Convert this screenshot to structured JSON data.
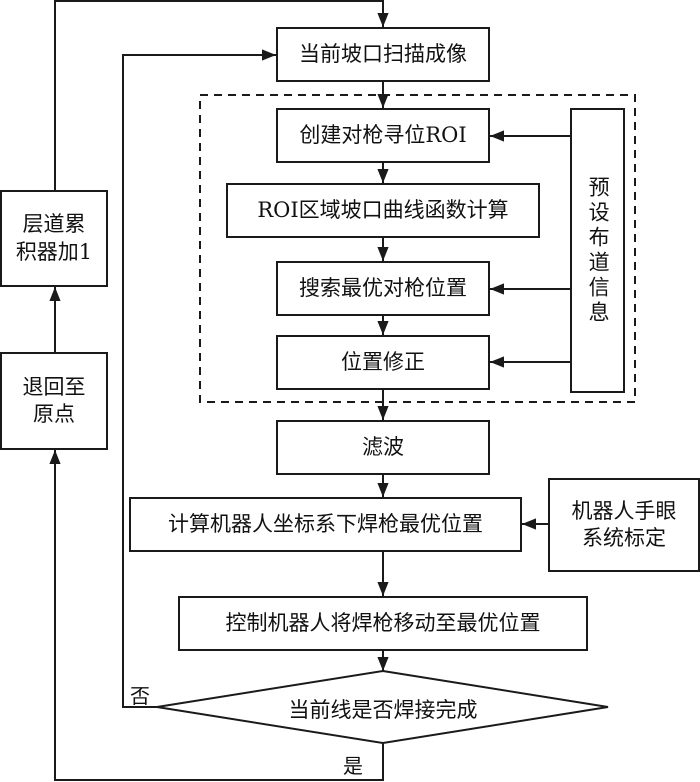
{
  "nodes": {
    "scan": "当前坡口扫描成像",
    "create_roi": "创建对枪寻位ROI",
    "roi_calc": "ROI区域坡口曲线函数计算",
    "search": "搜索最优对枪位置",
    "correct": "位置修正",
    "preset": "预设布道信息",
    "filter": "滤波",
    "compute": "计算机器人坐标系下焊枪最优位置",
    "calib_line1": "机器人手眼",
    "calib_line2": "系统标定",
    "move": "控制机器人将焊枪移动至最优位置",
    "decision": "当前线是否焊接完成",
    "layer_line1": "层道累",
    "layer_line2": "积器加1",
    "return_line1": "退回至",
    "return_line2": "原点"
  },
  "edge_labels": {
    "no": "否",
    "yes": "是"
  },
  "colors": {
    "stroke": "#1a1a1a",
    "background": "#ffffff"
  }
}
